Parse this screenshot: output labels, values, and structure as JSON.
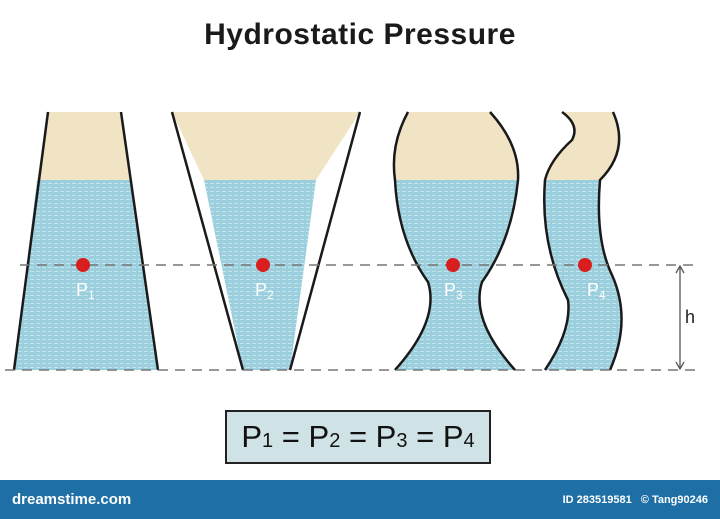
{
  "title": "Hydrostatic Pressure",
  "points": [
    {
      "letter": "P",
      "sub": "1"
    },
    {
      "letter": "P",
      "sub": "2"
    },
    {
      "letter": "P",
      "sub": "3"
    },
    {
      "letter": "P",
      "sub": "4"
    }
  ],
  "height_label": "h",
  "equation": [
    {
      "letter": "P",
      "sub": "1"
    },
    {
      "op": " = "
    },
    {
      "letter": "P",
      "sub": "2"
    },
    {
      "op": " = "
    },
    {
      "letter": "P",
      "sub": "3"
    },
    {
      "op": " = "
    },
    {
      "letter": "P",
      "sub": "4"
    }
  ],
  "footer": {
    "brand": "dreamstime.com",
    "id_text": "ID 283519581",
    "author": "© Tang90246"
  },
  "colors": {
    "water": "#9bcfdd",
    "air": "#f1e4c4",
    "point": "#d81e1e",
    "box": "#cfe3e6",
    "footer": "#1d6fa5"
  }
}
